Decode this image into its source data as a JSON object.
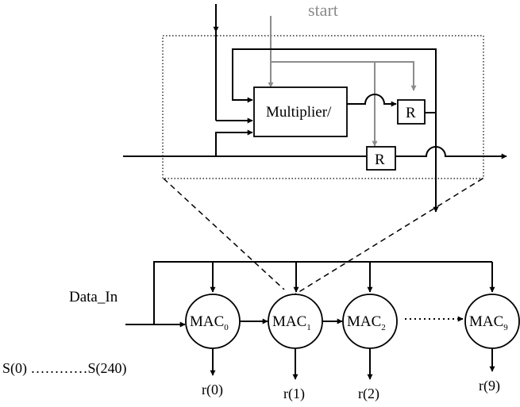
{
  "diagram": {
    "labels": {
      "start": "start",
      "multiplier": "Multiplier/",
      "register_top": "R",
      "register_bottom": "R",
      "data_in": "Data_In",
      "samples": "S(0) …………S(240)"
    },
    "macs": [
      {
        "base": "MAC",
        "sub": "0",
        "output": "r(0)"
      },
      {
        "base": "MAC",
        "sub": "1",
        "output": "r(1)"
      },
      {
        "base": "MAC",
        "sub": "2",
        "output": "r(2)"
      },
      {
        "base": "MAC",
        "sub": "9",
        "output": "r(9)"
      }
    ],
    "colors": {
      "line": "#000000",
      "control_line": "#8c8c8c",
      "background": "#ffffff"
    }
  }
}
